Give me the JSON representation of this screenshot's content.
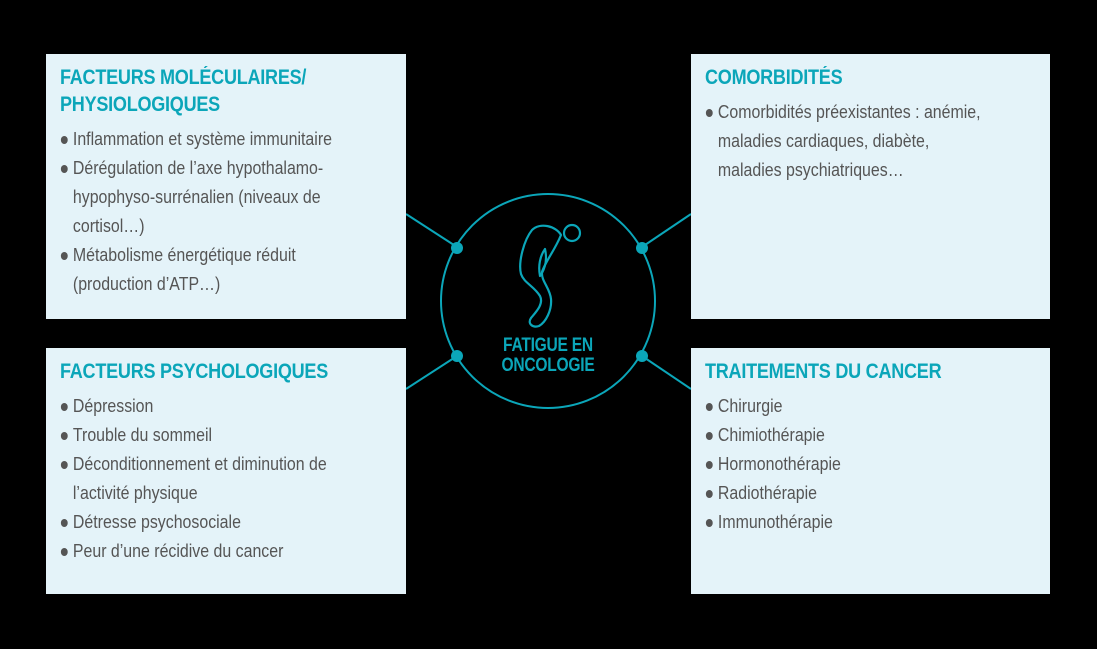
{
  "center": {
    "title_line1": "FATIGUE EN",
    "title_line2": "ONCOLOGIE",
    "icon": "tired-person-icon",
    "accent_color": "#0ba6b9"
  },
  "boxes": {
    "molecular": {
      "title_line1": "FACTEURS MOLÉCULAIRES/",
      "title_line2": "PHYSIOLOGIQUES",
      "items": [
        "Inflammation et système immunitaire",
        "Dérégulation de l’axe hypothalamo-",
        "hypophyso-surrénalien (niveaux de",
        "cortisol…)",
        "Métabolisme énergétique réduit",
        "(production d’ATP…)"
      ]
    },
    "psychological": {
      "title": "FACTEURS PSYCHOLOGIQUES",
      "items": [
        "Dépression",
        "Trouble du sommeil",
        "Déconditionnement et diminution de",
        "l’activité physique",
        "Détresse psychosociale",
        "Peur d’une récidive du cancer"
      ]
    },
    "comorbidities": {
      "title": "COMORBIDITÉS",
      "items": [
        "Comorbidités préexistantes : anémie,",
        "maladies cardiaques, diabète,",
        "maladies psychiatriques…"
      ]
    },
    "treatments": {
      "title": "TRAITEMENTS DU CANCER",
      "items": [
        "Chirurgie",
        "Chimiothérapie",
        "Hormonothérapie",
        "Radiothérapie",
        "Immunothérapie"
      ]
    }
  },
  "colors": {
    "background": "#000000",
    "box_fill": "#e4f3f9",
    "accent": "#0ba6b9",
    "body_text": "#555555"
  }
}
